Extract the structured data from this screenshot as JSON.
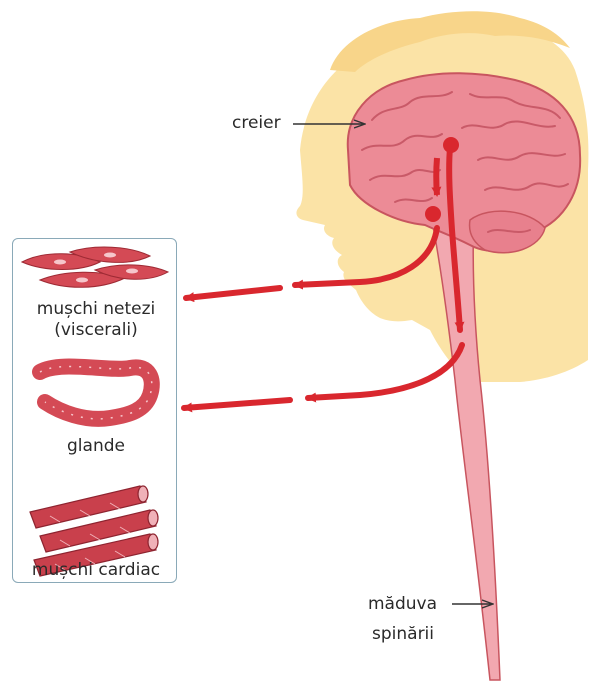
{
  "labels": {
    "brain": "creier",
    "spinal_cord_line1": "măduva",
    "spinal_cord_line2": "spinării",
    "smooth_muscle_line1": "mușchi netezi",
    "smooth_muscle_line2": "(viscerali)",
    "glands": "glande",
    "cardiac_muscle": "mușchi cardiac"
  },
  "colors": {
    "head_silhouette": "#fbe3a6",
    "brain": "#ec8b96",
    "spinal_cord": "#f2a8b0",
    "nerve_arrow": "#d9272e",
    "tissue": "#d44a55",
    "legend_border": "#8aa9b8"
  }
}
